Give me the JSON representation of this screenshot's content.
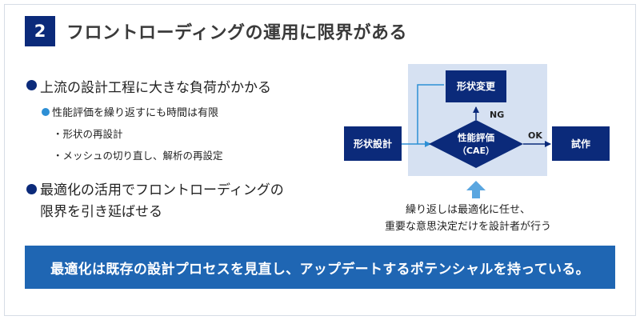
{
  "header": {
    "number": "2",
    "title": "フロントローディングの運用に限界がある"
  },
  "bullets": {
    "main1": "上流の設計工程に大きな負荷がかかる",
    "sub1": "性能評価を繰り返すにも時間は有限",
    "subsub1": "・形状の再設計",
    "subsub2": "・メッシュの切り直し、解析の再設定",
    "main2_line1": "最適化の活用でフロントローディングの",
    "main2_line2": "限界を引き延ばせる"
  },
  "diagram": {
    "shape_design": "形状設計",
    "shape_change": "形状変更",
    "evaluation_line1": "性能評価",
    "evaluation_line2": "（CAE）",
    "prototype": "試作",
    "ng_label": "NG",
    "ok_label": "OK",
    "caption_line1": "繰り返しは最適化に任せ、",
    "caption_line2": "重要な意思決定だけを設計者が行う"
  },
  "banner": {
    "text": "最適化は既存の設計プロセスを見直し、アップデートするポテンシャルを持っている。"
  },
  "colors": {
    "navy": "#0b2a7a",
    "blue": "#1f66b3",
    "light_blue": "#2d8fd5",
    "panel": "#d6e1f2",
    "arrow": "#5aa6e0"
  }
}
